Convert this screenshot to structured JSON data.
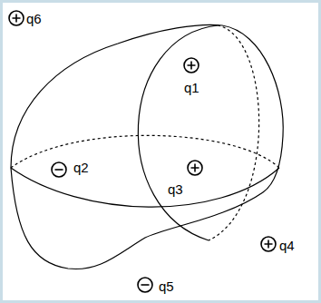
{
  "diagram": {
    "labels": [
      "q6",
      "q1",
      "q2",
      "q3",
      "q4",
      "q5"
    ]
  }
}
